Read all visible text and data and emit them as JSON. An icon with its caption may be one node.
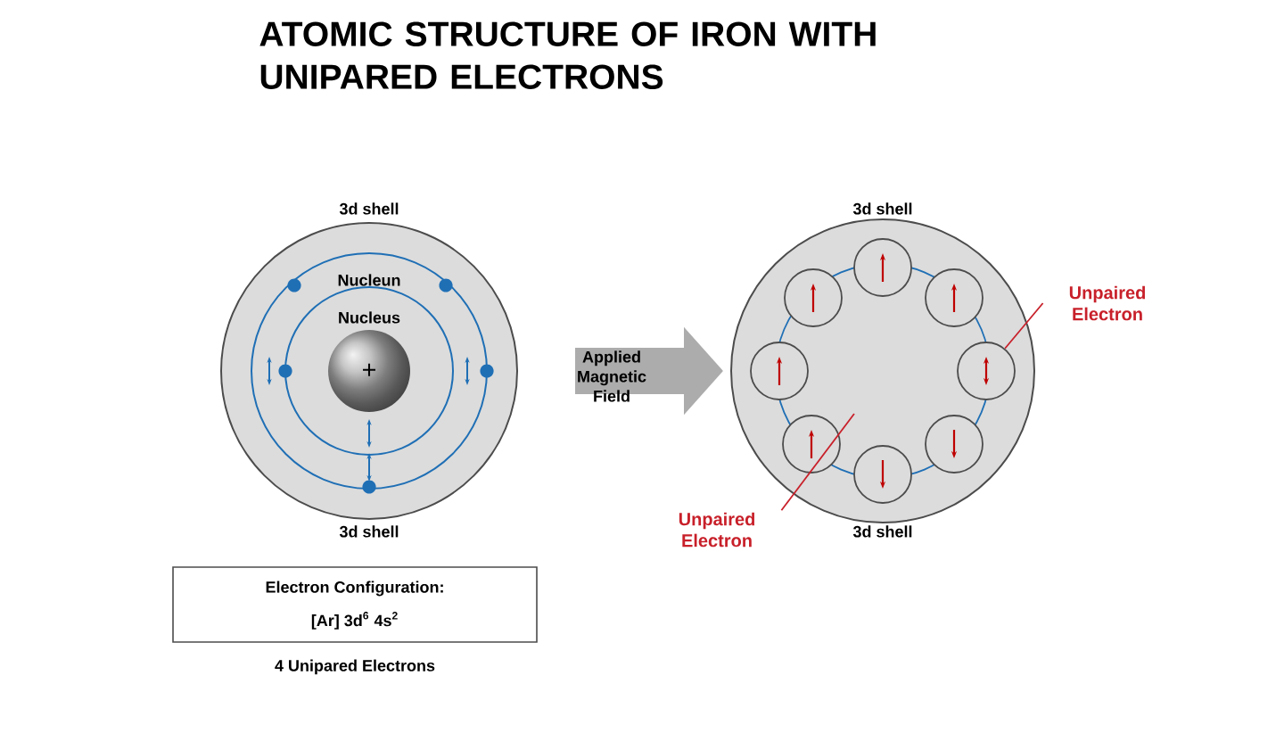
{
  "diagram": {
    "title": "ATOMIC STRUCTURE OF IRON WITH UNIPARED ELECTRONS",
    "nodes": [
      {
        "text": [
          "3d shell",
          "Nucleun",
          "Nucleus",
          "3d shell"
        ]
      },
      {
        "text": [
          "+"
        ],
        "in": 0
      },
      {
        "text": [
          "3d shell",
          "3d shell"
        ]
      },
      {
        "text": [],
        "shape": "circle",
        "in": 2
      },
      {
        "text": [],
        "shape": "circle",
        "in": 2
      },
      {
        "text": [],
        "shape": "circle",
        "in": 2
      },
      {
        "text": [],
        "shape": "circle",
        "in": 2
      },
      {
        "text": [],
        "shape": "circle",
        "in": 2
      },
      {
        "text": [],
        "shape": "circle",
        "in": 2
      },
      {
        "text": [],
        "shape": "circle",
        "in": 2
      },
      {
        "text": [],
        "shape": "circle",
        "in": 2
      },
      {
        "text": [
          "Unpaired Electron"
        ]
      },
      {
        "text": [
          "Unpaired Electron"
        ]
      },
      {
        "text": [
          "Electron Configuration:",
          "[Ar] 3d$^{6}$ 4s$^{2}$"
        ]
      }
    ],
    "edges": [
      {
        "from": 0,
        "to": 2,
        "arrow": "to",
        "label": "Applied Magnetic Field",
        "style": "thick",
        "color": "#acacac"
      },
      {
        "from": 11,
        "to": 7,
        "arrow": "none",
        "color": "#c8202a"
      },
      {
        "from": 12,
        "to": null,
        "arrow": "none",
        "color": "#c8202a"
      }
    ],
    "labels": [
      "4 Unipared Electrons"
    ]
  }
}
